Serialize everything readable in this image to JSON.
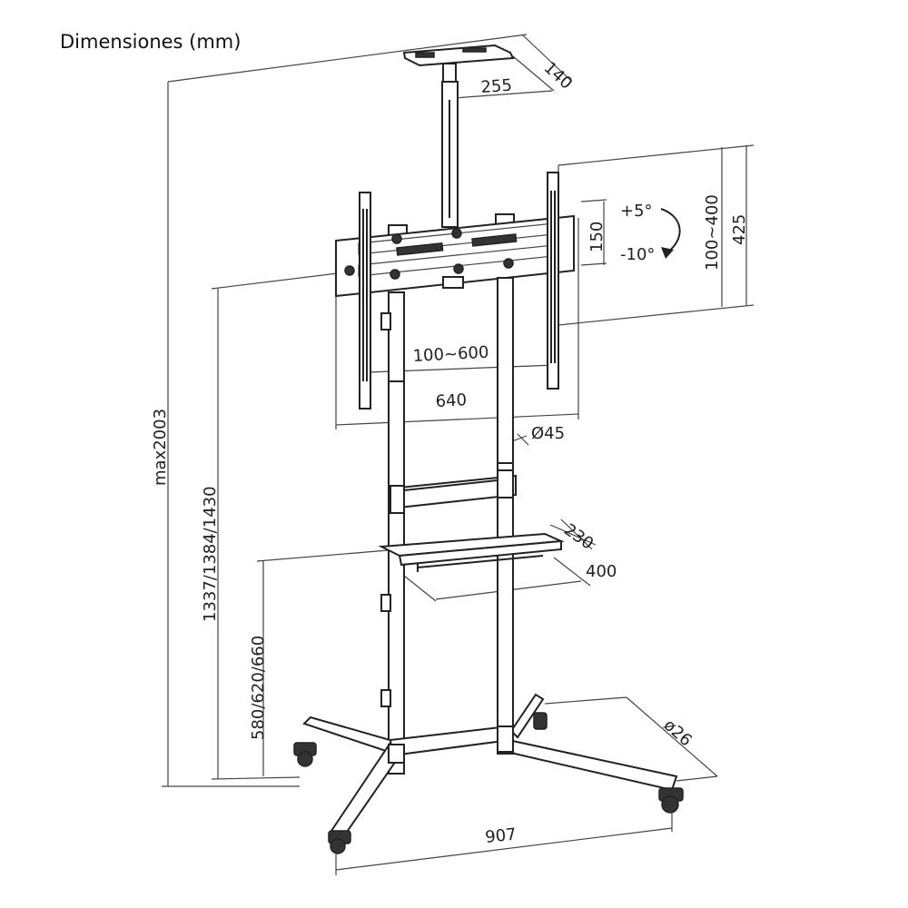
{
  "title": "Dimensiones (mm)",
  "dimensions": {
    "top_tray_depth": "140",
    "top_tray_width": "255",
    "total_height": "max2003",
    "mount_height": "1337/1384/1430",
    "shelf_height": "580/620/660",
    "vesa_horizontal": "100~600",
    "mount_width": "640",
    "pole_diameter": "Ø45",
    "bracket_height": "150",
    "tilt_up": "+5°",
    "tilt_down": "-10°",
    "vesa_vertical": "100~400",
    "mount_bracket_height": "425",
    "shelf_depth": "230",
    "shelf_width": "400",
    "base_width": "907",
    "tube_diameter": "ø26"
  },
  "colors": {
    "line": "#222222",
    "background": "#ffffff"
  }
}
